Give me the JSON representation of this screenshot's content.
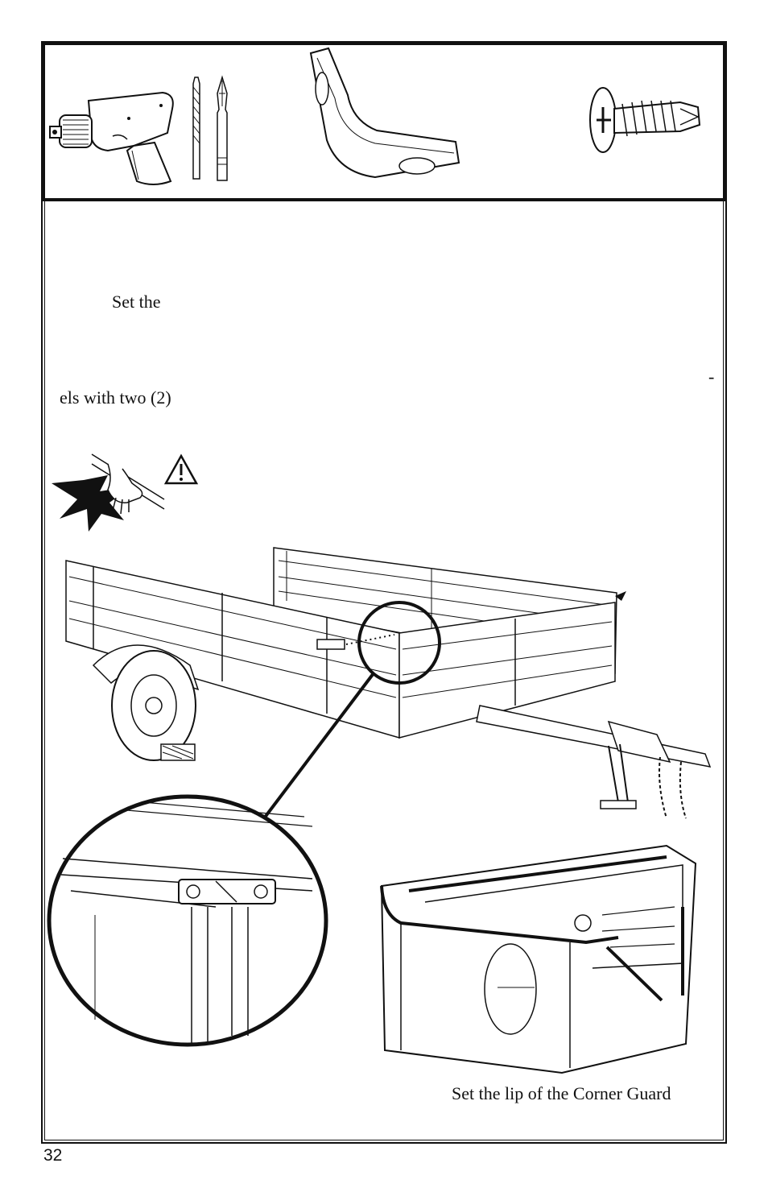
{
  "text": {
    "line1": "Set the",
    "line2_dash": "-",
    "line3": "els with two (2)",
    "caption": "Set the lip of the Corner Guard"
  },
  "page_number": "32",
  "icons": {
    "drill": "power-drill-icon",
    "drill_bit": "drill-bit-icon",
    "screwdriver_bit": "phillips-bit-icon",
    "corner_guard": "corner-guard-icon",
    "screw": "self-drilling-screw-icon",
    "warning": "warning-triangle-icon",
    "pinch_hazard": "hand-pinch-hazard-icon"
  }
}
